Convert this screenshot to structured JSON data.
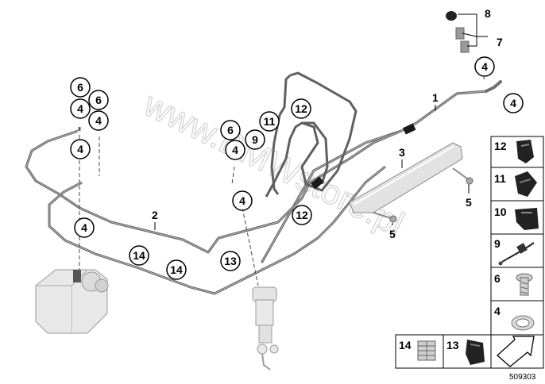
{
  "watermark": "www.BMWstore.pl",
  "diagram_code": "509303",
  "callouts": {
    "c6a": "6",
    "c4a": "4",
    "c6b": "6",
    "c4b": "4",
    "c4c": "4",
    "c4d": "4",
    "c4e": "4",
    "c4f": "4",
    "c6c": "6",
    "c4g": "4",
    "c9": "9",
    "c11": "11",
    "c12a": "12",
    "c4h": "4",
    "c12b": "12",
    "c13": "13",
    "c14a": "14",
    "c14b": "14"
  },
  "labels": {
    "l1": "1",
    "l2": "2",
    "l3": "3",
    "l5a": "5",
    "l5b": "5",
    "l7": "7",
    "l8": "8"
  },
  "legend": {
    "p12": "12",
    "p11": "11",
    "p10": "10",
    "p9": "9",
    "p6": "6",
    "p4": "4",
    "p14": "14",
    "p13": "13"
  }
}
